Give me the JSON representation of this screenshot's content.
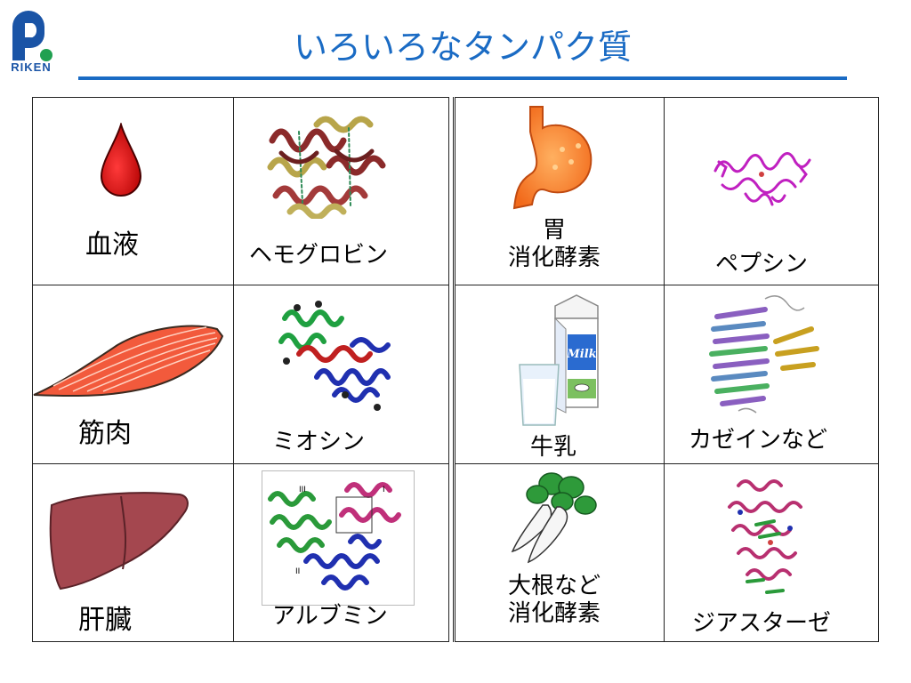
{
  "slide": {
    "title": "いろいろなタンパク質",
    "logo_text": "RIKEN",
    "colors": {
      "title": "#1a6bc4",
      "logo_blue": "#1a54a6",
      "logo_green": "#20a050"
    }
  },
  "rows": [
    {
      "source": {
        "label": "血液",
        "icon": "blood-drop-icon"
      },
      "protein": {
        "label": "ヘモグロビン",
        "icon": "hemoglobin-structure-image"
      },
      "source2": {
        "label_line1": "胃",
        "label_line2": "消化酵素",
        "icon": "stomach-icon"
      },
      "protein2": {
        "label": "ペプシン",
        "icon": "pepsin-structure-image"
      }
    },
    {
      "source": {
        "label": "筋肉",
        "icon": "muscle-icon"
      },
      "protein": {
        "label": "ミオシン",
        "icon": "myosin-structure-image"
      },
      "source2": {
        "label_line1": "牛乳",
        "icon": "milk-carton-icon"
      },
      "protein2": {
        "label": "カゼインなど",
        "icon": "casein-structure-image"
      }
    },
    {
      "source": {
        "label": "肝臓",
        "icon": "liver-icon"
      },
      "protein": {
        "label": "アルブミン",
        "icon": "albumin-structure-image"
      },
      "source2": {
        "label_line1": "大根など",
        "label_line2": "消化酵素",
        "icon": "radish-icon"
      },
      "protein2": {
        "label": "ジアスターゼ",
        "icon": "diastase-structure-image"
      }
    }
  ],
  "milk_carton_text": "Milk",
  "albumin_annotations": [
    "III",
    "I",
    "II"
  ]
}
